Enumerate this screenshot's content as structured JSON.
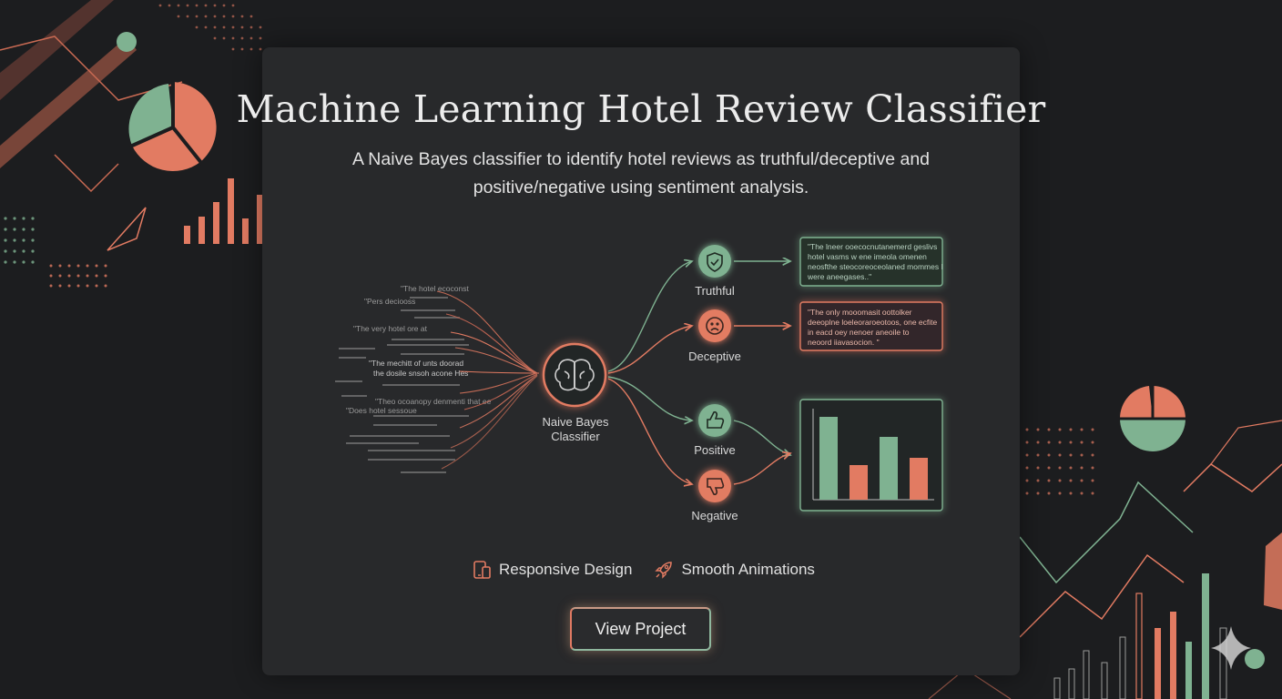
{
  "header": {
    "title": "Machine Learning Hotel Review Classifier",
    "description": "A Naive Bayes classifier to identify hotel reviews as truthful/deceptive and positive/negative using sentiment analysis."
  },
  "diagram": {
    "classifier_label_line1": "Naive Bayes",
    "classifier_label_line2": "Classifier",
    "outputs": {
      "truthful": "Truthful",
      "deceptive": "Deceptive",
      "positive": "Positive",
      "negative": "Negative"
    },
    "input_snippets": [
      "\"The hotel ecoconst",
      "\"Pers deciooss",
      "\"The very hotel ore at",
      "\"The mechitt of unts doorad",
      "the dosile snsoh acone Hes",
      "\"Theo ocoanopy denmenti that ee",
      "\"Does hotel sessoue"
    ],
    "truthful_excerpt": [
      "\"The lneer ooecocnutanemerd geslivs",
      "hotel vasms w ene imeola omenen",
      "neosfthe steocoreoceolaned mommes I",
      "were aneegases..\""
    ],
    "deceptive_excerpt": [
      "\"The only mooomasit oottolker",
      "deeoplne loeleoraroeotoos, one ecfite",
      "in eacd oey nenoer aneoile to",
      "neoord iiavasocion. \""
    ],
    "chart_colors": {
      "green": "#7fb291",
      "orange": "#e27b62"
    }
  },
  "features": [
    {
      "icon": "responsive-device-icon",
      "label": "Responsive Design"
    },
    {
      "icon": "rocket-icon",
      "label": "Smooth Animations"
    }
  ],
  "cta": {
    "label": "View Project"
  }
}
